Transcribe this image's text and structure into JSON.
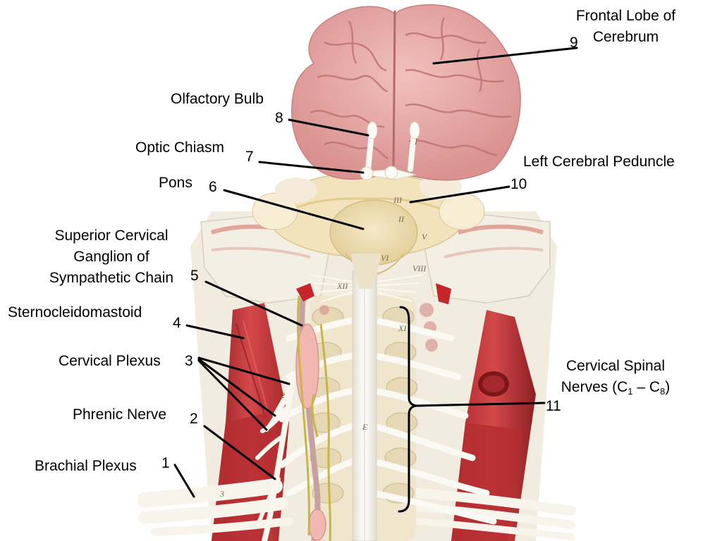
{
  "labels": {
    "l1": {
      "number": "1",
      "name": "Brachial Plexus"
    },
    "l2": {
      "number": "2",
      "name": "Phrenic Nerve"
    },
    "l3": {
      "number": "3",
      "name": "Cervical Plexus"
    },
    "l4": {
      "number": "4",
      "name": "Sternocleidomastoid"
    },
    "l5": {
      "number": "5",
      "name_lines": [
        "Superior Cervical",
        "Ganglion of",
        "Sympathetic Chain"
      ]
    },
    "l6": {
      "number": "6",
      "name": "Pons"
    },
    "l7": {
      "number": "7",
      "name": "Optic Chiasm"
    },
    "l8": {
      "number": "8",
      "name": "Olfactory Bulb"
    },
    "l9": {
      "number": "9",
      "name_lines": [
        "Frontal Lobe of",
        "Cerebrum"
      ]
    },
    "l10": {
      "number": "10",
      "name": "Left Cerebral Peduncle"
    },
    "l11": {
      "number": "11",
      "line1": "Cervical Spinal",
      "line2_prefix": "Nerves (C",
      "sub1": "1",
      "mid": " – C",
      "sub2": "8",
      "suffix": ")"
    }
  },
  "specimen_marks": [
    "I",
    "II",
    "III",
    "V",
    "VI",
    "VIII",
    "XI",
    "XII",
    "E",
    "2",
    "3"
  ],
  "colors": {
    "brain": "#e9a9a6",
    "brain_dark": "#c9807e",
    "muscle": "#c4373a",
    "muscle_dark": "#8e1f22",
    "nerve": "#f2efe6",
    "bone": "#efe6cf",
    "ganglion": "#f0b8b0",
    "yellow_nerve": "#c8b54a",
    "leader": "#000000"
  }
}
